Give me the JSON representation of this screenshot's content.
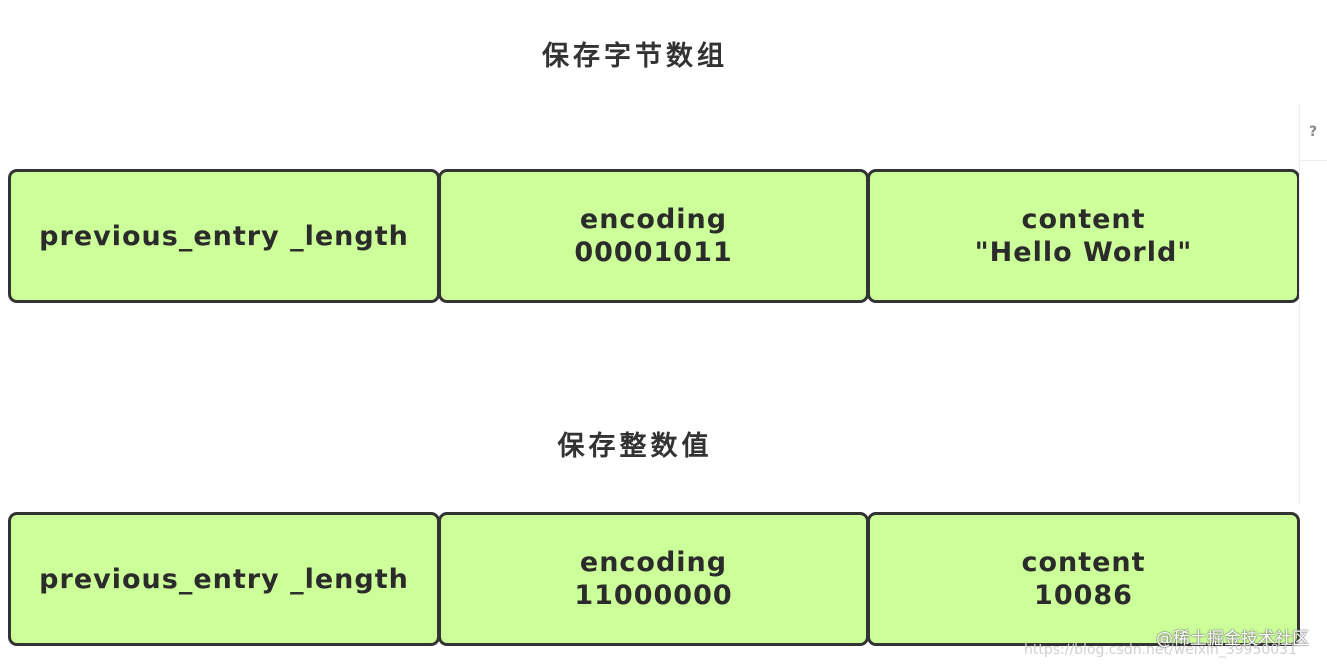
{
  "sections": {
    "bytes": {
      "title": "保存字节数组",
      "cells": {
        "previous": "previous_entry _length",
        "encoding_label": "encoding",
        "encoding_value": "00001011",
        "content_label": "content",
        "content_value": "\"Hello World\""
      }
    },
    "integer": {
      "title": "保存整数值",
      "cells": {
        "previous": "previous_entry _length",
        "encoding_label": "encoding",
        "encoding_value": "11000000",
        "content_label": "content",
        "content_value": "10086"
      }
    }
  },
  "side_panel": {
    "help_label": "?"
  },
  "watermark": {
    "text": "@稀土掘金技术社区",
    "url": "https://blog.csdn.net/weixin_39950031"
  },
  "colors": {
    "cell_fill": "#ccff99",
    "cell_border": "#333333"
  }
}
